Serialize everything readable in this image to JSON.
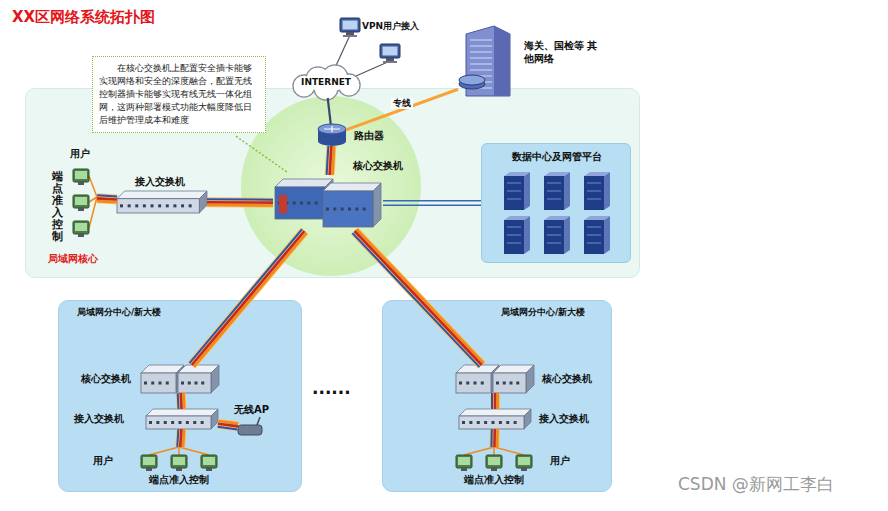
{
  "diagram": {
    "title": "XX区网络系统拓扑图",
    "nodes": [
      {
        "text": [
          "局域网核心"
        ]
      },
      {
        "text": [
          "INTERNET"
        ]
      },
      {
        "text": [
          "海关、国检等 其他网络"
        ]
      },
      {
        "text": [
          "路由器"
        ],
        "in": 0
      },
      {
        "text": [
          "核心交换机"
        ],
        "in": 0
      },
      {
        "text": [
          "接入交换机"
        ],
        "in": 0
      },
      {
        "text": [
          "用户",
          "端点准入控制"
        ],
        "in": 0
      },
      {
        "text": [
          "数据中心及网管平台"
        ],
        "in": 0
      },
      {
        "text": [
          "在核心交换机上配置安全插卡能够实现网络和安全的深度融合，配置无线控制器插卡能够实现有线无线一体化组网，这两种部署模式功能大幅度降低日后维护管理成本和难度"
        ]
      },
      {
        "text": [
          "局域网分中心/新大楼"
        ]
      },
      {
        "text": [
          "核心交换机"
        ],
        "in": 9
      },
      {
        "text": [
          "接入交换机"
        ],
        "in": 9
      },
      {
        "text": [
          "无线AP"
        ],
        "in": 9
      },
      {
        "text": [
          "用户",
          "端点准入控制"
        ],
        "in": 9
      },
      {
        "text": [
          "局域网分中心/新大楼"
        ]
      },
      {
        "text": [
          "核心交换机"
        ],
        "in": 14
      },
      {
        "text": [
          "接入交换机"
        ],
        "in": 14
      },
      {
        "text": [
          "用户",
          "端点准入控制"
        ],
        "in": 14
      }
    ],
    "edges": [
      {
        "from": 1,
        "to": 3,
        "arrow": "none"
      },
      {
        "from": 3,
        "to": 2,
        "label": "专线",
        "arrow": "none"
      },
      {
        "from": 3,
        "to": 4,
        "arrow": "none"
      },
      {
        "from": 4,
        "to": 5,
        "arrow": "none"
      },
      {
        "from": 5,
        "to": 6,
        "arrow": "none"
      },
      {
        "from": 4,
        "to": 7,
        "arrow": "none"
      },
      {
        "from": 4,
        "to": 10,
        "arrow": "none"
      },
      {
        "from": 10,
        "to": 11,
        "arrow": "none"
      },
      {
        "from": 11,
        "to": 12,
        "arrow": "none"
      },
      {
        "from": 11,
        "to": 13,
        "arrow": "none"
      },
      {
        "from": 4,
        "to": 15,
        "arrow": "none"
      },
      {
        "from": 15,
        "to": 16,
        "arrow": "none"
      },
      {
        "from": 16,
        "to": 17,
        "arrow": "none"
      }
    ],
    "labels": [
      "VPN用户接入",
      "......",
      "CSDN @新网工李白"
    ]
  }
}
